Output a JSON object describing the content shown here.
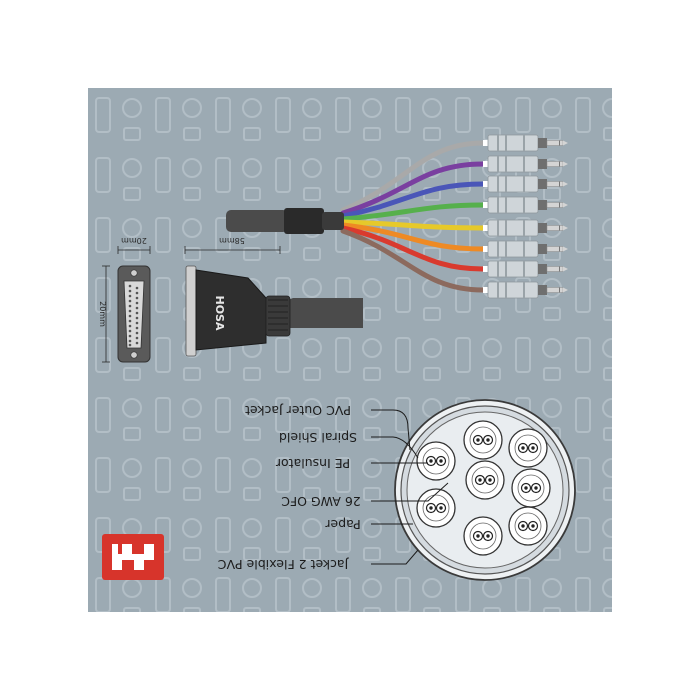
{
  "dimensions": {
    "connector_width": "20mm",
    "connector_height": "20mm",
    "shell_length": "58mm"
  },
  "connector_brand": "HOSA",
  "callouts": [
    {
      "label": "PVC Outer Jacket"
    },
    {
      "label": "Spiral Shield"
    },
    {
      "label": "PE Insulator"
    },
    {
      "label": "26 AWG OFC"
    },
    {
      "label": "Paper"
    },
    {
      "label": "Jacket 2 Flexible PVC"
    }
  ],
  "channel_colors": [
    "#a9a9a9",
    "#7a3fa0",
    "#4a56b8",
    "#56b04c",
    "#e6c92a",
    "#ee8a24",
    "#d93a2e",
    "#8c6a5e"
  ],
  "colors": {
    "panel_bg": "#9caab3",
    "logo_red": "#d7342b"
  },
  "icons": [
    "hosa-logo-icon",
    "db25-connector-icon",
    "ts-plug-icon",
    "cable-cross-section-icon"
  ]
}
